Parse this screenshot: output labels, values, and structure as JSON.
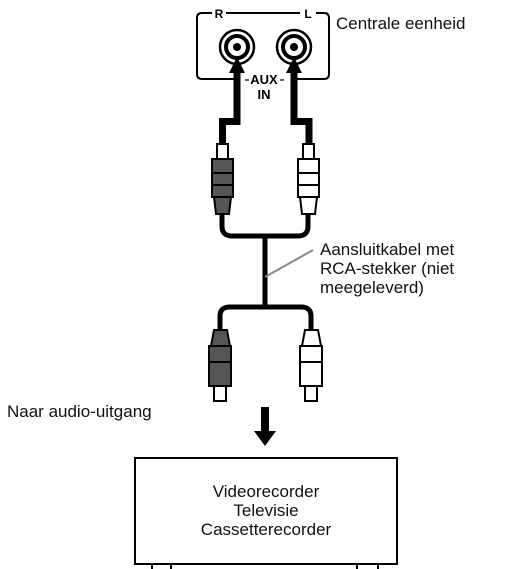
{
  "unit": {
    "label": "Centrale eenheid",
    "jack_right": "R",
    "jack_left": "L",
    "input_label_line1": "AUX",
    "input_label_line2": "IN"
  },
  "cable": {
    "label_lines": [
      "Aansluitkabel met",
      "RCA-stekker (niet",
      "meegeleverd)"
    ]
  },
  "source": {
    "output_label": "Naar audio-uitgang",
    "devices": [
      "Videorecorder",
      "Televisie",
      "Cassetterecorder"
    ]
  },
  "colors": {
    "line": "#000000",
    "plug_dark": "#555555",
    "plug_light": "#ffffff",
    "leader": "#888888"
  }
}
